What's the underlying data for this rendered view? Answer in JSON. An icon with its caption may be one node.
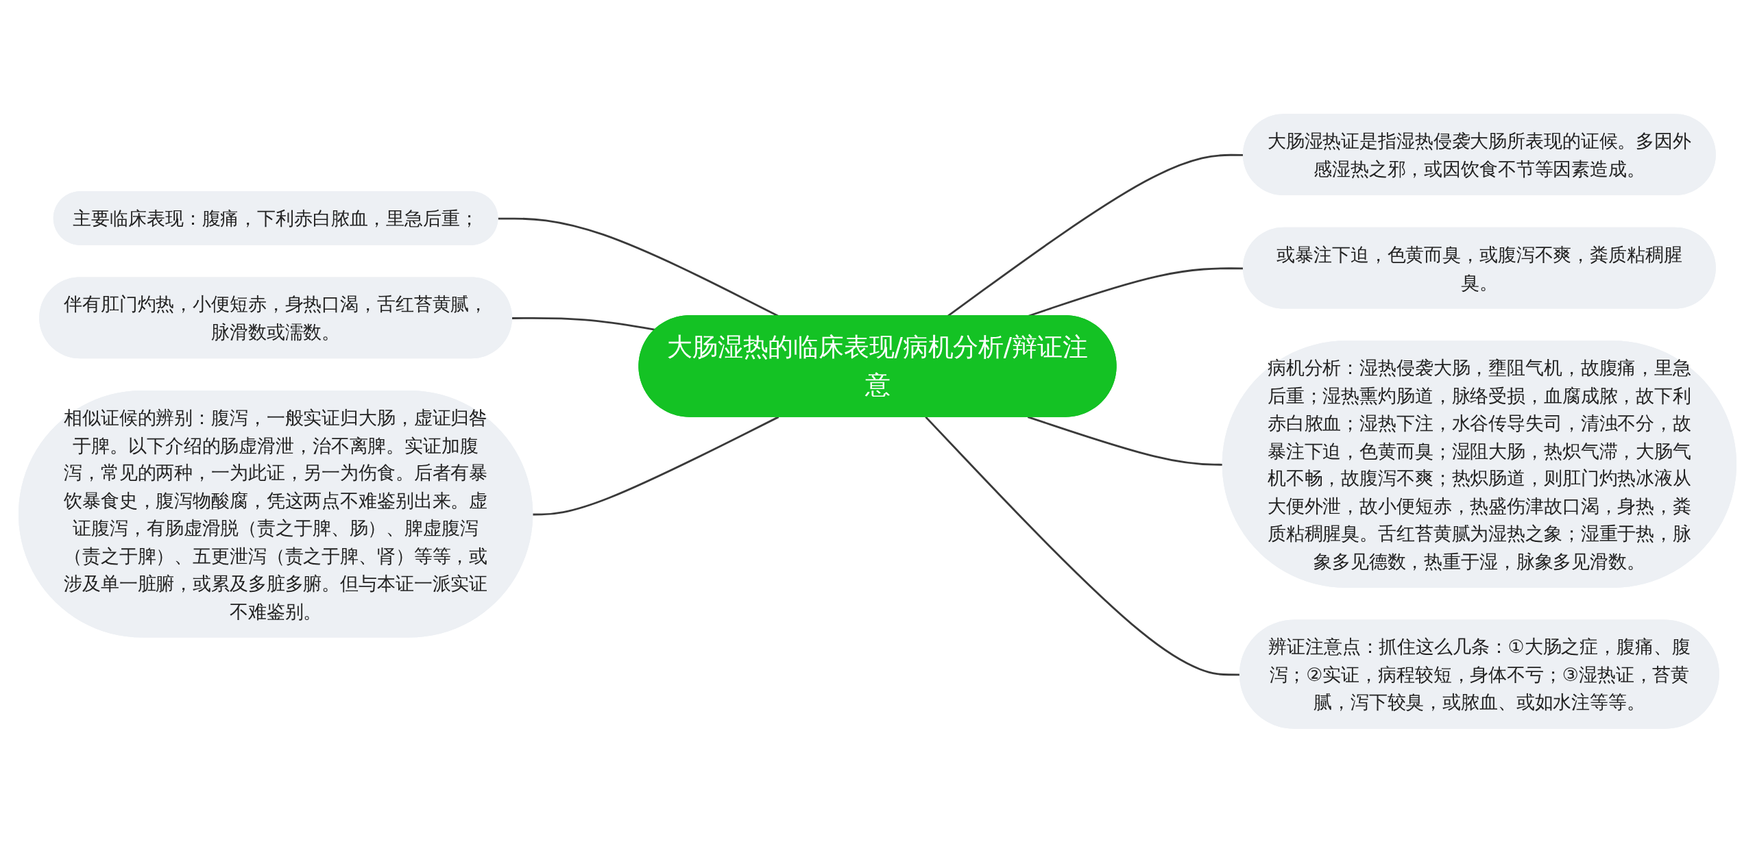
{
  "diagram": {
    "nodes": [
      {
        "text": [
          "大肠湿热的临床表现/病机分析/辩证注意"
        ]
      },
      {
        "text": [
          "大肠湿热证是指湿热侵袭大肠所表现的证候。多因外感湿热之邪，或因饮食不节等因素造成。"
        ]
      },
      {
        "text": [
          "或暴注下迫，色黄而臭，或腹泻不爽，粪质粘稠腥臭。"
        ]
      },
      {
        "text": [
          "病机分析：湿热侵袭大肠，壅阻气机，故腹痛，里急后重；湿热熏灼肠道，脉络受损，血腐成脓，故下利赤白脓血；湿热下注，水谷传导失司，清浊不分，故暴注下迫，色黄而臭；湿阻大肠，热炽气滞，大肠气机不畅，故腹泻不爽；热炽肠道，则肛门灼热冰液从大便外泄，故小便短赤，热盛伤津故口渴，身热，粪质粘稠腥臭。舌红苔黄腻为湿热之象；湿重于热，脉象多见德数，热重于湿，脉象多见滑数。"
        ]
      },
      {
        "text": [
          "辨证注意点：抓住这么几条：①大肠之症，腹痛、腹泻；②实证，病程较短，身体不亏；③湿热证，苔黄腻，泻下较臭，或脓血、或如水注等等。"
        ]
      },
      {
        "text": [
          "主要临床表现：腹痛，下利赤白脓血，里急后重；"
        ]
      },
      {
        "text": [
          "伴有肛门灼热，小便短赤，身热口渴，舌红苔黄腻，脉滑数或濡数。"
        ]
      },
      {
        "text": [
          "相似证候的辨别：腹泻，一般实证归大肠，虚证归咎于脾。以下介绍的肠虚滑泄，治不离脾。实证加腹泻，常见的两种，一为此证，另一为伤食。后者有暴饮暴食史，腹泻物酸腐，凭这两点不难鉴别出来。虚证腹泻，有肠虚滑脱（责之于脾、肠）、脾虚腹泻（责之于脾）、五更泄泻（责之于脾、肾）等等，或涉及单一脏腑，或累及多脏多腑。但与本证一派实证不难鉴别。"
        ]
      }
    ],
    "edges": [
      {
        "from": 0,
        "to": 1,
        "arrow": "none"
      },
      {
        "from": 0,
        "to": 2,
        "arrow": "none"
      },
      {
        "from": 0,
        "to": 3,
        "arrow": "none"
      },
      {
        "from": 0,
        "to": 4,
        "arrow": "none"
      },
      {
        "from": 5,
        "to": 0,
        "arrow": "none"
      },
      {
        "from": 6,
        "to": 0,
        "arrow": "none"
      },
      {
        "from": 7,
        "to": 0,
        "arrow": "none"
      }
    ]
  }
}
